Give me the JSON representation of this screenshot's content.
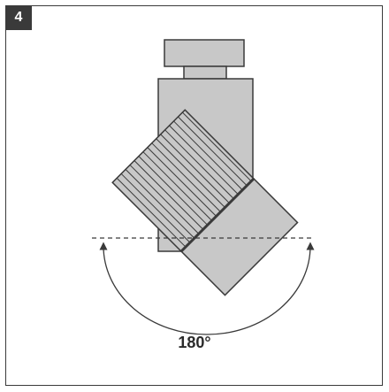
{
  "step": {
    "number": "4"
  },
  "diagram": {
    "rotation_label": "180°",
    "colors": {
      "fill": "#c8c8c8",
      "stroke": "#3a3a3a",
      "dashed": "#3a3a3a"
    },
    "rotation_range_degrees": 180
  }
}
